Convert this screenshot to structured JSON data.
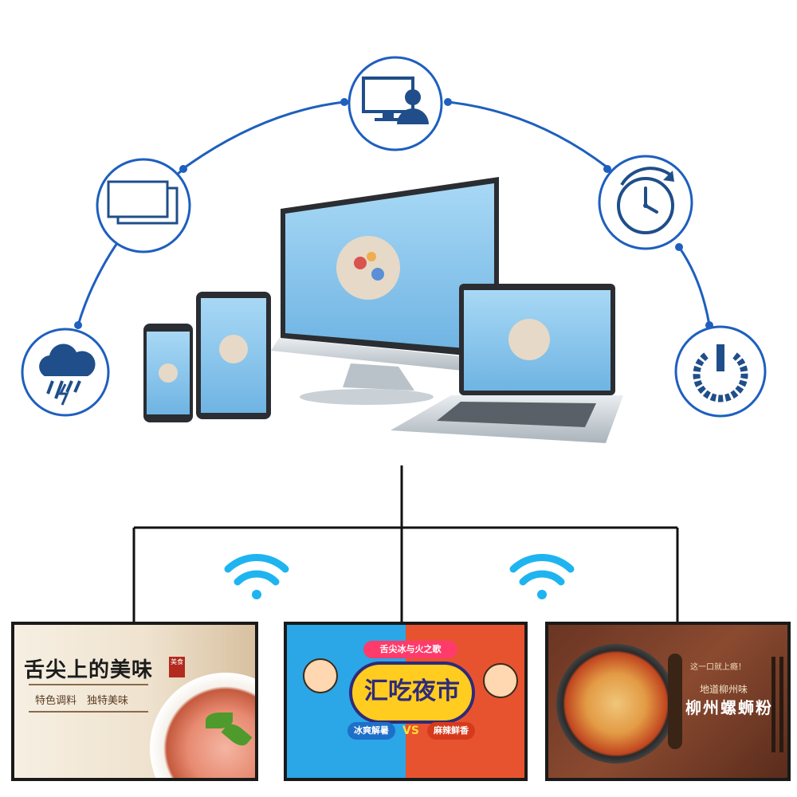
{
  "banners": [
    {
      "title": "舌尖上的美味",
      "seal": "美食",
      "tagline": "特色调料　独特美味"
    },
    {
      "top_tag": "舌尖冰与火之歌",
      "title": "汇吃夜市",
      "left_label": "冰爽解暑",
      "vs": "VS",
      "right_label": "麻辣鲜香"
    },
    {
      "small_tag": "这一口就上瘾！",
      "subtitle": "地道柳州味",
      "title": "柳州螺蛳粉"
    }
  ],
  "icons": [
    "cloud-storm-icon",
    "windows-icon",
    "monitor-user-icon",
    "clock-icon",
    "power-icon"
  ],
  "colors": {
    "accent_blue": "#1e5fbf",
    "icon_navy": "#1f4e8a",
    "wifi_cyan": "#1eb4f0",
    "screen_blue": "#8ec9ee",
    "line_black": "#111111"
  }
}
